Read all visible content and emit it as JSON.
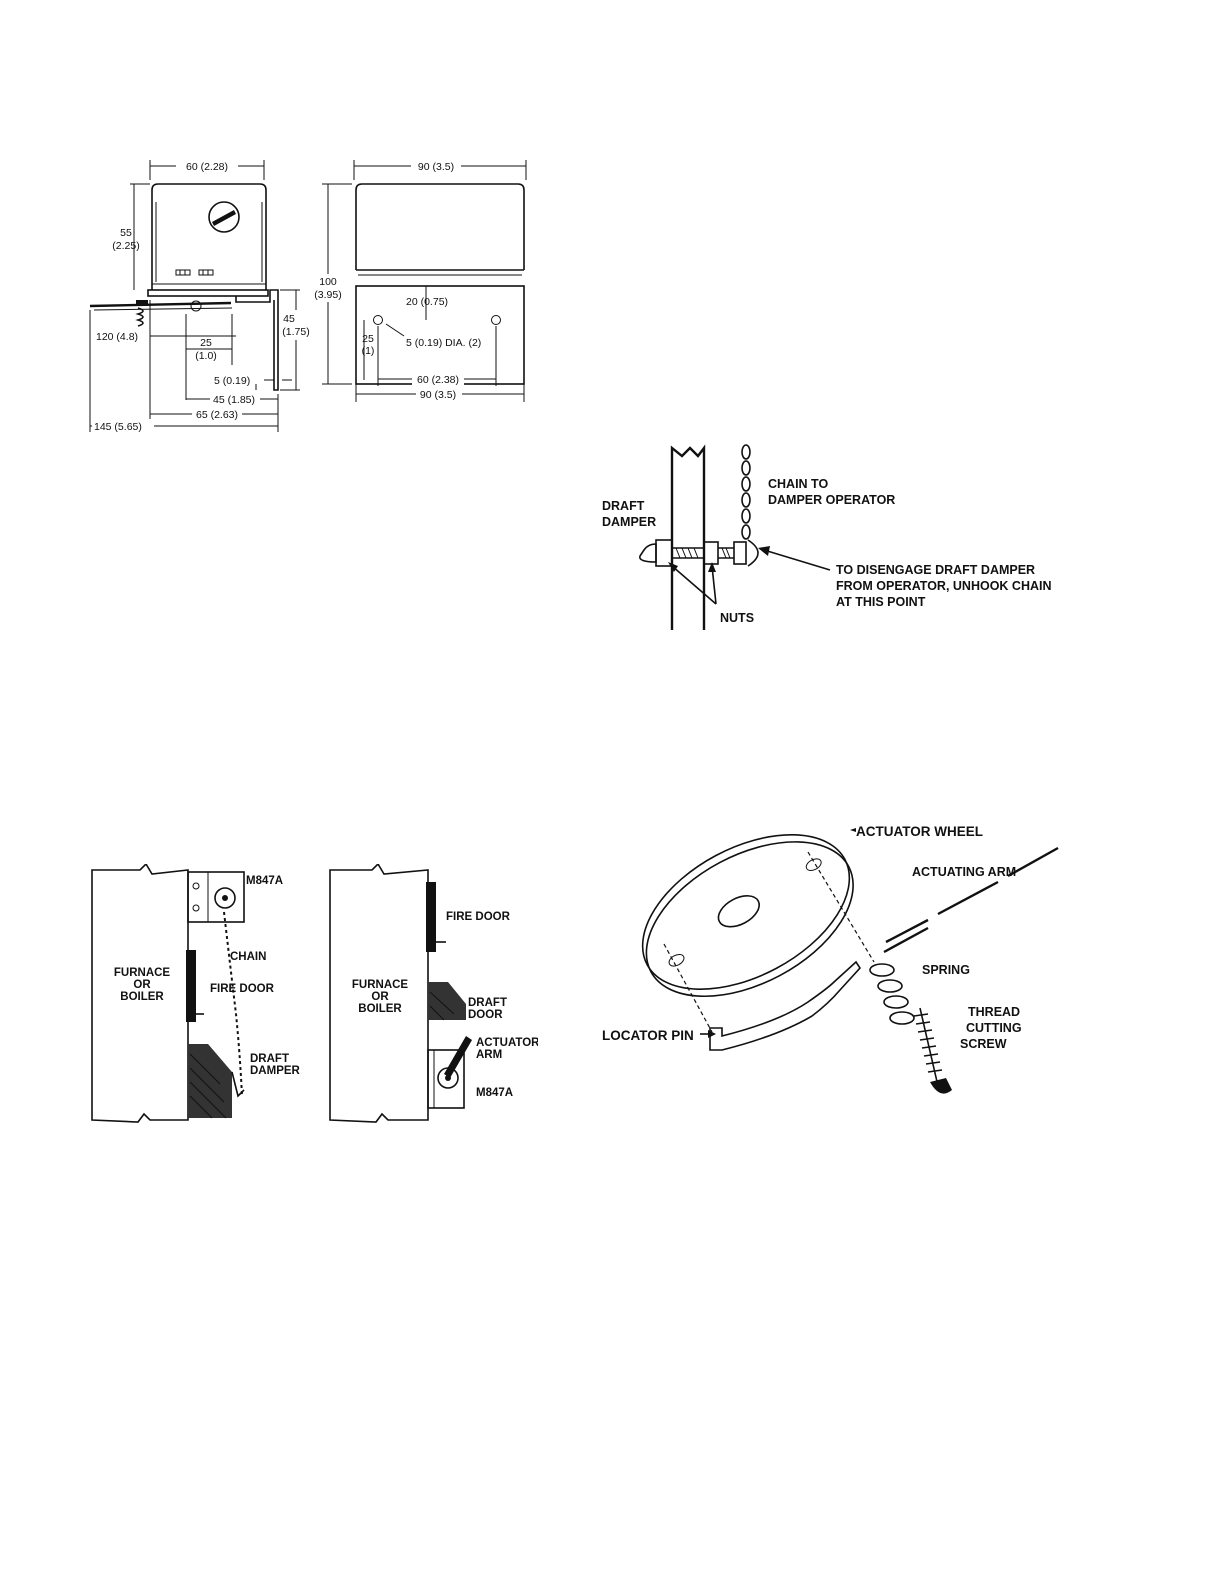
{
  "dimensions": {
    "front_width": "60 (2.28)",
    "front_height_a": "55",
    "front_height_b": "(2.25)",
    "bracket_height_a": "45",
    "bracket_height_b": "(1.75)",
    "arm_length": "120 (4.8)",
    "arm_offset_a": "25",
    "arm_offset_b": "(1.0)",
    "bracket_gap": "5 (0.19)",
    "bracket_depth": "45 (1.85)",
    "bracket_width": "65 (2.63)",
    "overall_length": "145 (5.65)",
    "side_width": "90 (3.5)",
    "side_height_a": "100",
    "side_height_b": "(3.95)",
    "hole_top": "20 (0.75)",
    "hole_side_a": "25",
    "hole_side_b": "(1)",
    "hole_dia": "5 (0.19) DIA. (2)",
    "hole_spacing": "60 (2.38)",
    "base_width": "90 (3.5)"
  },
  "chain_figure": {
    "chain_label_1": "CHAIN TO",
    "chain_label_2": "DAMPER OPERATOR",
    "draft_label_1": "DRAFT",
    "draft_label_2": "DAMPER",
    "nuts_label": "NUTS",
    "note_1": "TO DISENGAGE DRAFT DAMPER",
    "note_2": "FROM OPERATOR, UNHOOK CHAIN",
    "note_3": "AT THIS POINT"
  },
  "installation_left": {
    "furnace_1": "FURNACE",
    "furnace_2": "OR",
    "furnace_3": "BOILER",
    "model": "M847A",
    "chain": "CHAIN",
    "fire_door": "FIRE DOOR",
    "draft_1": "DRAFT",
    "draft_2": "DAMPER"
  },
  "installation_right": {
    "furnace_1": "FURNACE",
    "furnace_2": "OR",
    "furnace_3": "BOILER",
    "fire_door": "FIRE DOOR",
    "draft_1": "DRAFT",
    "draft_2": "DOOR",
    "actuator_1": "ACTUATOR",
    "actuator_2": "ARM",
    "model": "M847A"
  },
  "wheel_figure": {
    "actuator_wheel": "ACTUATOR WHEEL",
    "actuating_arm": "ACTUATING ARM",
    "spring": "SPRING",
    "thread_1": "THREAD",
    "thread_2": "CUTTING",
    "thread_3": "SCREW",
    "locator_pin": "LOCATOR PIN"
  }
}
